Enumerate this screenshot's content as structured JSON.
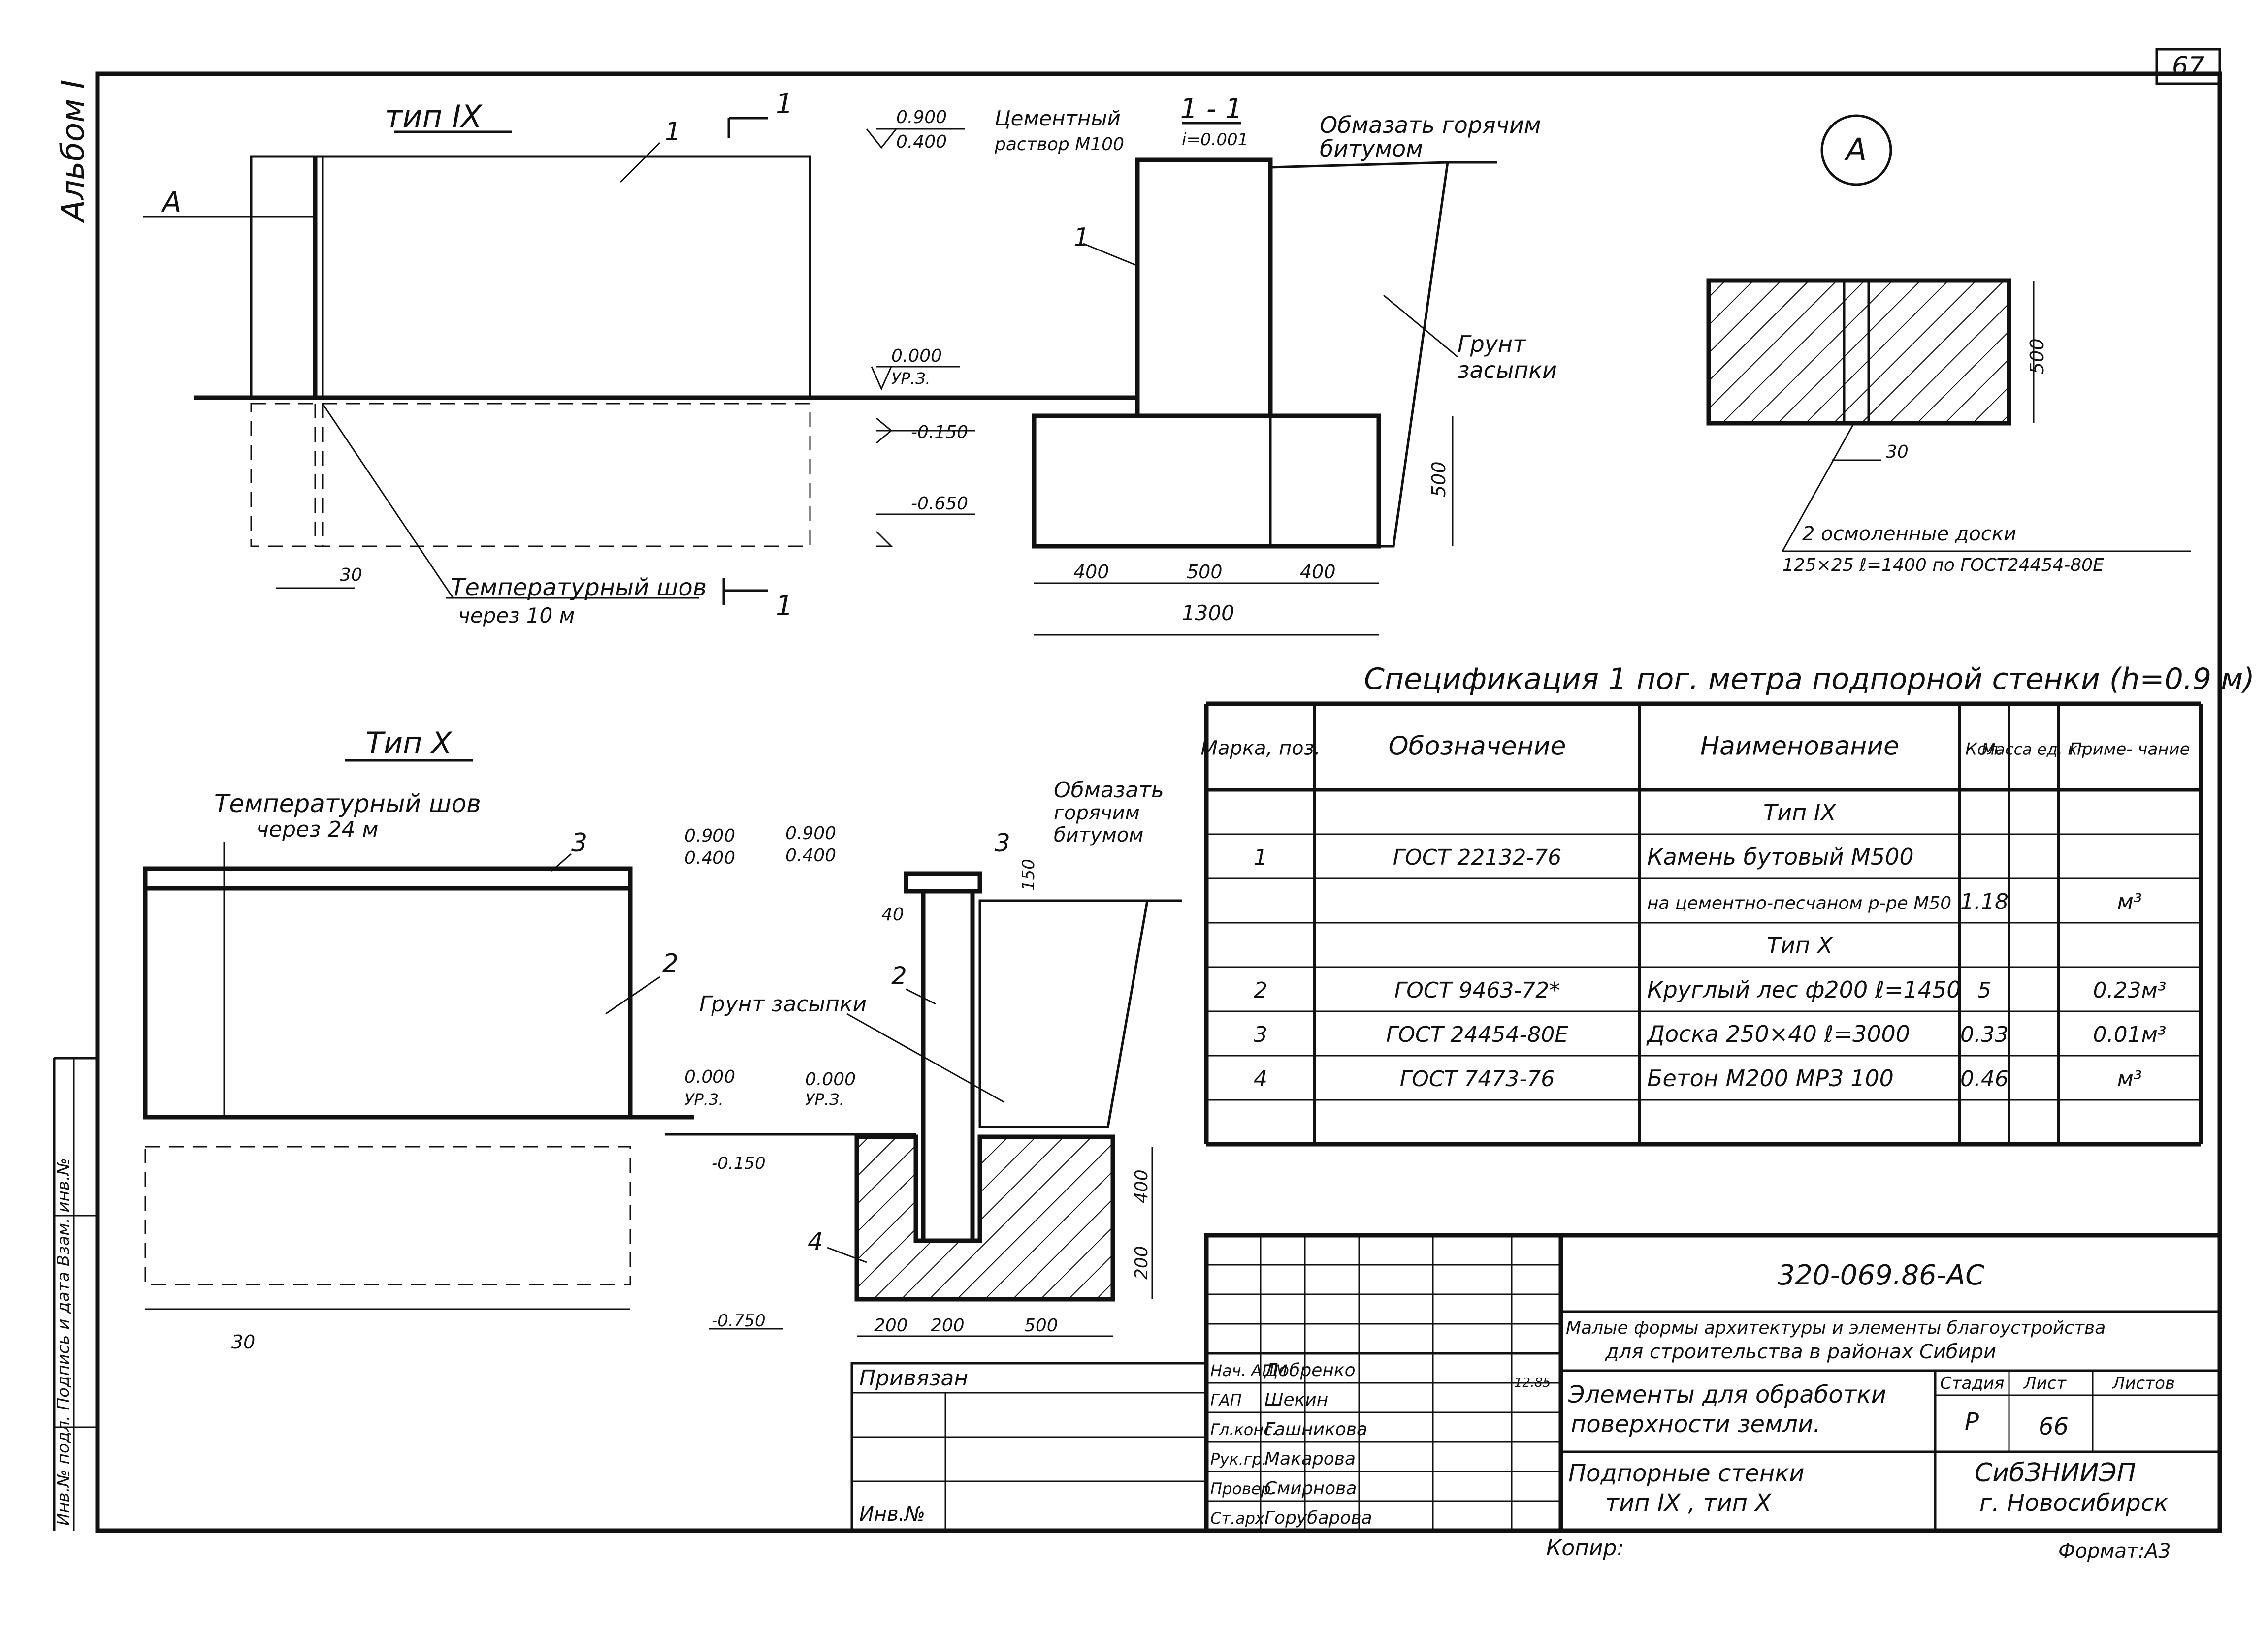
{
  "sheet": {
    "page_number": "67",
    "album": "Альбом I",
    "left_margin_note": "Инв.№ подл. Подпись и дата Взам. инв.№"
  },
  "type9": {
    "title": "тип IX",
    "mark_A": "A",
    "section_mark": "1",
    "pos1": "1",
    "lvl_top": "0.900",
    "lvl_top2": "0.400",
    "lvl_ground": "0.000",
    "lvl_ground_sub": "УР.З.",
    "lvl_m150": "-0.150",
    "lvl_m650": "-0.650",
    "dim_30": "30",
    "note_joint_1": "Температурный шов",
    "note_joint_2": "через 10 м"
  },
  "section11": {
    "title": "1 - 1",
    "slope": "i=0.001",
    "cement_1": "Цементный",
    "cement_2": "раствор М100",
    "bitumen_1": "Обмазать горячим",
    "bitumen_2": "битумом",
    "soil_1": "Грунт",
    "soil_2": "засыпки",
    "pos1": "1",
    "dim_500v": "500",
    "dim_400a": "400",
    "dim_500": "500",
    "dim_400b": "400",
    "dim_1300": "1300"
  },
  "detailA": {
    "mark": "A",
    "dim_500": "500",
    "dim_30": "30",
    "note_1": "2 осмоленные доски",
    "note_2": "125×25  ℓ=1400 по ГОСТ24454-80Е"
  },
  "type10": {
    "title": "Тип X",
    "note_joint_1": "Температурный шов",
    "note_joint_2": "через 24 м",
    "pos3": "3",
    "pos2": "2",
    "lvl_top": "0.900",
    "lvl_top2": "0.400",
    "lvl_ground": "0.000",
    "lvl_ground_sub": "УР.З.",
    "dim_30": "30"
  },
  "section10": {
    "lvl_top": "0.900",
    "lvl_top2": "0.400",
    "lvl_ground": "0.000",
    "lvl_ground_sub": "УР.З.",
    "lvl_m150": "-0.150",
    "lvl_m750": "-0.750",
    "bitumen_1": "Обмазать",
    "bitumen_2": "горячим",
    "bitumen_3": "битумом",
    "soil": "Грунт засыпки",
    "pos3": "3",
    "pos2": "2",
    "pos4": "4",
    "dim_40": "40",
    "dim_150": "150",
    "dim_400": "400",
    "dim_200v": "200",
    "dim_200a": "200",
    "dim_200b": "200",
    "dim_500": "500"
  },
  "spec": {
    "title": "Спецификация 1 пог. метра подпорной стенки (h=0.9 м)",
    "headers": [
      "Марка, поз.",
      "Обозначение",
      "Наименование",
      "Кол.",
      "Масса ед. кг",
      "Приме- чание"
    ],
    "rows": [
      [
        "",
        "",
        "Тип IX",
        "",
        "",
        ""
      ],
      [
        "1",
        "ГОСТ 22132-76",
        "Камень бутовый М500",
        "",
        "",
        ""
      ],
      [
        "",
        "",
        "на цементно-песчаном р-ре М50",
        "1.18",
        "",
        "м³"
      ],
      [
        "",
        "",
        "Тип X",
        "",
        "",
        ""
      ],
      [
        "2",
        "ГОСТ 9463-72*",
        "Круглый лес ф200 ℓ=1450",
        "5",
        "",
        "0.23м³"
      ],
      [
        "3",
        "ГОСТ 24454-80Е",
        "Доска 250×40 ℓ=3000",
        "0.33",
        "",
        "0.01м³"
      ],
      [
        "4",
        "ГОСТ 7473-76",
        "Бетон М200 МРЗ 100",
        "0.46",
        "",
        "м³"
      ],
      [
        "",
        "",
        "",
        "",
        "",
        ""
      ]
    ]
  },
  "stamp": {
    "code": "320-069.86-АС",
    "project_1": "Малые формы архитектуры и элементы благоустройства",
    "project_2": "для строительства в районах Сибири",
    "bound": "Привязан",
    "inv": "Инв.№",
    "roles": [
      "Нач. АПМ",
      "ГАП",
      "Гл.конс.",
      "Рук.гр.",
      "Провер.",
      "Ст.арх."
    ],
    "names": [
      "Добренко",
      "Шекин",
      "Гашникова",
      "Макарова",
      "Смирнова",
      "Горубарова"
    ],
    "date": "12.85",
    "work_title_1": "Элементы для обработки",
    "work_title_2": "поверхности земли.",
    "sheet_title_1": "Подпорные стенки",
    "sheet_title_2": "тип IX ,  тип X",
    "stage_hdr": "Стадия",
    "sheet_hdr": "Лист",
    "sheets_hdr": "Листов",
    "stage": "Р",
    "sheet_no": "66",
    "org_1": "СибЗНИИЭП",
    "org_2": "г. Новосибирск",
    "copy": "Копир:",
    "format": "Формат:А3"
  }
}
